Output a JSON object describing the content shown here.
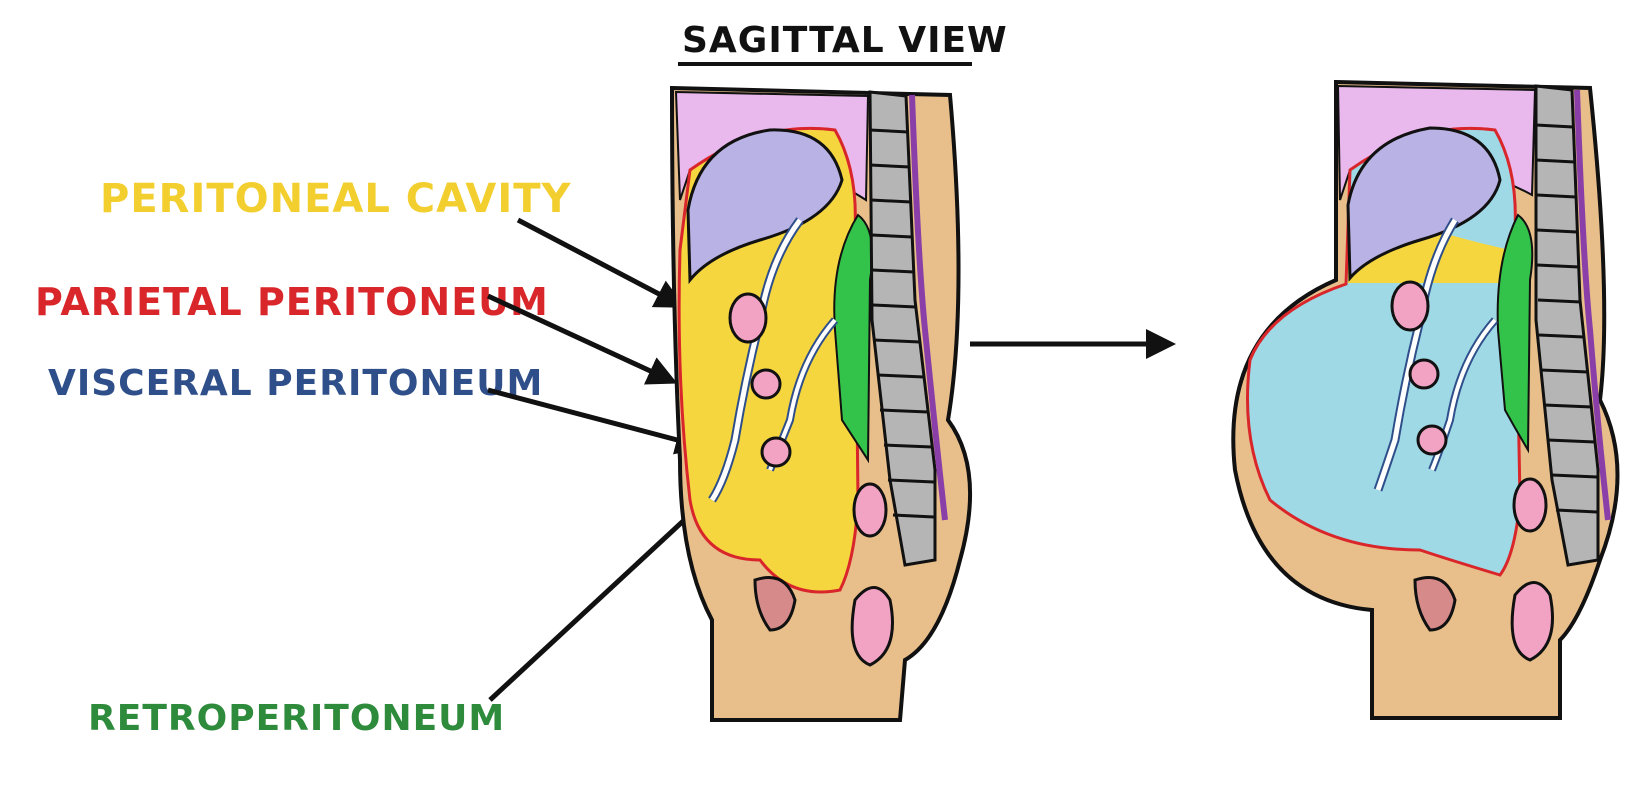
{
  "title": "SAGITTAL VIEW",
  "labels": {
    "peritoneal_cavity": "PERITONEAL CAVITY",
    "parietal_peritoneum": "PARIETAL PERITONEUM",
    "visceral_peritoneum": "VISCERAL PERITONEUM",
    "retroperitoneum": "RETROPERITONEUM"
  },
  "colors": {
    "peritoneal_cavity": "#f5d63f",
    "parietal_peritoneum": "#d9262b",
    "visceral_peritoneum": "#2f4f8a",
    "retroperitoneum": "#2e8b3c",
    "skin": "#e8be8a",
    "thorax": "#e9b8ec",
    "liver": "#b9b2e4",
    "ascites_fluid": "#9fd9e6",
    "organ_pink": "#f2a3c4",
    "spine": "#b5b5b5",
    "spinal_cord": "#8a3fa8",
    "retro_green": "#33c24a"
  }
}
